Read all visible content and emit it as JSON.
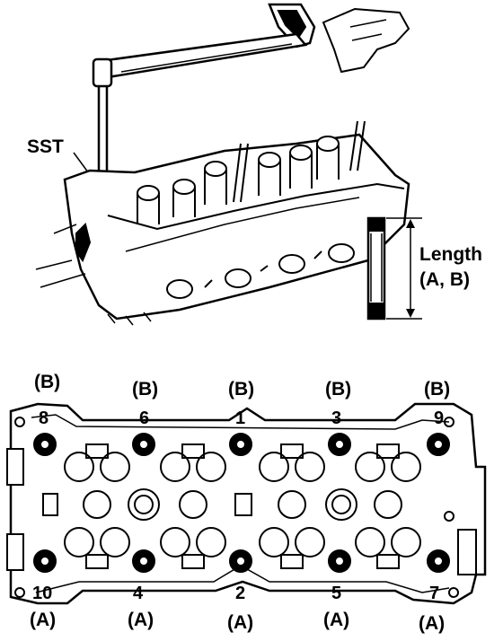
{
  "top_figure": {
    "sst_label": "SST",
    "length_label_line1": "Length",
    "length_label_line2": "(A, B)"
  },
  "bottom_figure": {
    "top_row": [
      {
        "group": "(B)",
        "order": "8"
      },
      {
        "group": "(B)",
        "order": "6"
      },
      {
        "group": "(B)",
        "order": "1"
      },
      {
        "group": "(B)",
        "order": "3"
      },
      {
        "group": "(B)",
        "order": "9"
      }
    ],
    "bottom_row": [
      {
        "group": "(A)",
        "order": "10"
      },
      {
        "group": "(A)",
        "order": "4"
      },
      {
        "group": "(A)",
        "order": "2"
      },
      {
        "group": "(A)",
        "order": "5"
      },
      {
        "group": "(A)",
        "order": "7"
      }
    ]
  }
}
